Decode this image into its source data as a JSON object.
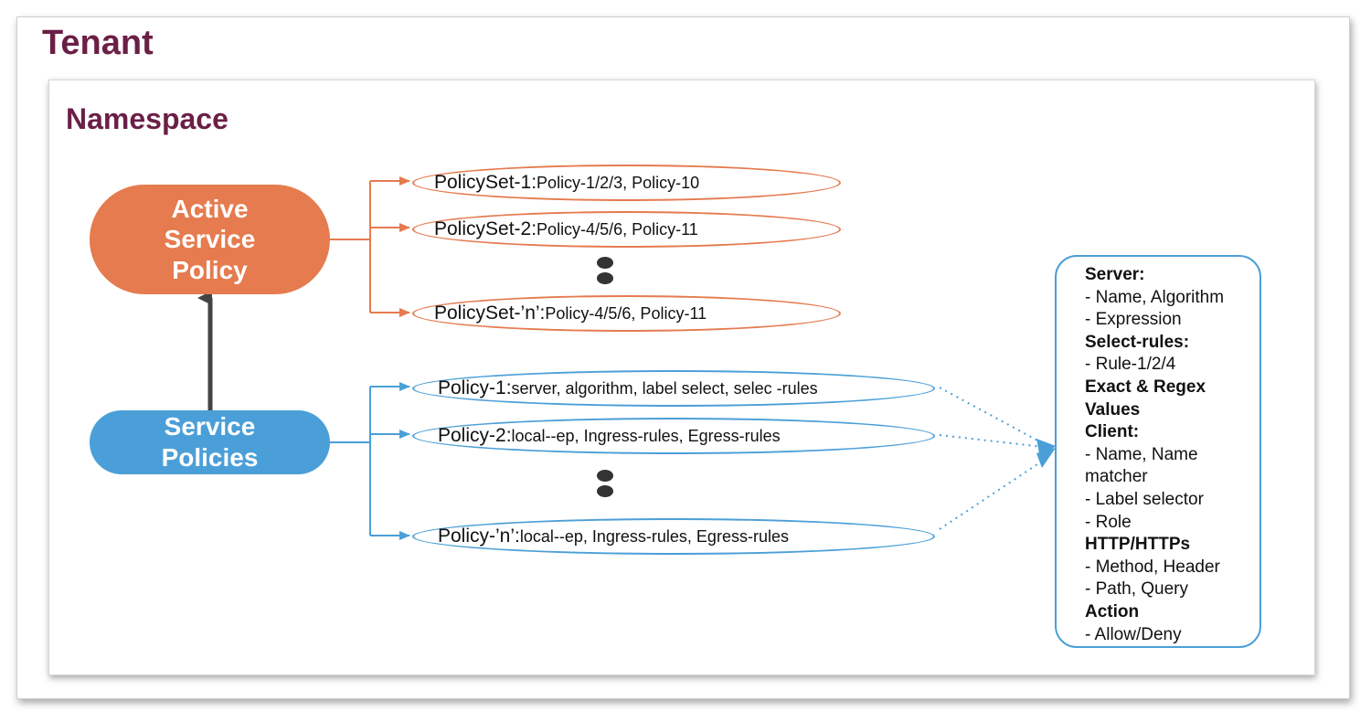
{
  "tenant": {
    "title": "Tenant"
  },
  "namespace": {
    "title": "Namespace"
  },
  "active_service_policy": {
    "lines": [
      "Active",
      "Service",
      "Policy"
    ]
  },
  "service_policies": {
    "lines": [
      "Service",
      "Policies"
    ]
  },
  "policy_sets": [
    {
      "name": "PolicySet-1:",
      "desc": " Policy-1/2/3, Policy-10"
    },
    {
      "name": "PolicySet-2:",
      "desc": " Policy-4/5/6, Policy-11"
    },
    {
      "name": "PolicySet-’n’:",
      "desc": " Policy-4/5/6, Policy-11"
    }
  ],
  "policies": [
    {
      "name": "Policy-1:",
      "desc": " server, algorithm, label select, selec -rules"
    },
    {
      "name": "Policy-2:",
      "desc": " local--ep, Ingress-rules, Egress-rules"
    },
    {
      "name": "Policy-’n’:",
      "desc": " local--ep, Ingress-rules, Egress-rules"
    }
  ],
  "details": [
    {
      "text": "Server:",
      "bold": true
    },
    {
      "text": "- Name, Algorithm",
      "bold": false
    },
    {
      "text": "- Expression",
      "bold": false
    },
    {
      "text": "Select-rules:",
      "bold": true
    },
    {
      "text": "- Rule-1/2/4",
      "bold": false
    },
    {
      "text": "Exact & Regex",
      "bold": true
    },
    {
      "text": "Values",
      "bold": true
    },
    {
      "text": "Client:",
      "bold": true
    },
    {
      "text": "- Name, Name",
      "bold": false
    },
    {
      "text": "matcher",
      "bold": false
    },
    {
      "text": "- Label selector",
      "bold": false
    },
    {
      "text": "- Role",
      "bold": false
    },
    {
      "text": "HTTP/HTTPs",
      "bold": true
    },
    {
      "text": "- Method, Header",
      "bold": false
    },
    {
      "text": "- Path, Query",
      "bold": false
    },
    {
      "text": "Action",
      "bold": true
    },
    {
      "text": "- Allow/Deny",
      "bold": false
    }
  ],
  "colors": {
    "title": "#6b1f47",
    "orange": "#e57b4f",
    "blue": "#4b9fd8",
    "arrow_gray": "#444444"
  }
}
